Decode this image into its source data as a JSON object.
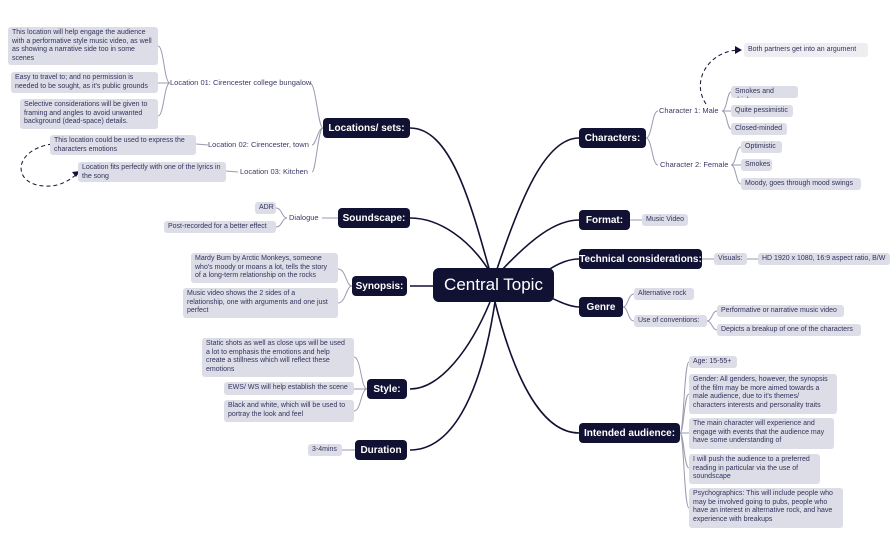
{
  "central_topic": "Central Topic",
  "left": {
    "locations": {
      "label": "Locations/ sets:",
      "loc1": {
        "label": "Location 01: Cirencester college bungalow",
        "notes": [
          "This location will help engage the audience with a performative style music video, as well as showing a narrative side too in some scenes",
          "Easy to travel to; and no permission is needed to be sought, as it's public grounds",
          "Selective considerations will be given to framing and angles to avoid unwanted background (dead-space) details."
        ]
      },
      "loc2": {
        "label": "Location 02: Cirencester, town",
        "note": "This location could be used to express the characters emotions"
      },
      "loc3": {
        "label": "Location 03: Kitchen",
        "note": "Location fits perfectly with one of the lyrics in the song"
      }
    },
    "soundscape": {
      "label": "Soundscape:",
      "dialogue": {
        "label": "Dialogue",
        "items": [
          "ADR",
          "Post-recorded for a better effect"
        ]
      }
    },
    "synopsis": {
      "label": "Synopsis:",
      "items": [
        "Mardy Bum by Arctic Monkeys, someone who's moody or moans a lot, tells the story of a long-term relationship on the rocks",
        "Music video shows the 2 sides of a relationship, one with arguments and one just perfect"
      ]
    },
    "style": {
      "label": "Style:",
      "items": [
        "Static shots as well as close ups will be used a lot to emphasis the emotions and help create a stillness which will reflect these emotions",
        "EWS/ WS will help establish the scene",
        "Black and white, which will be used to portray the look and feel"
      ]
    },
    "duration": {
      "label": "Duration",
      "value": "3-4mins"
    }
  },
  "right": {
    "characters": {
      "label": "Characters:",
      "char1": {
        "label": "Character 1: Male",
        "traits": [
          "Smokes and drinks",
          "Quite pessimistic",
          "Closed-minded"
        ],
        "callout": "Both partners get into an argument"
      },
      "char2": {
        "label": "Character 2: Female",
        "traits": [
          "Optimistic",
          "Smokes",
          "Moody, goes through mood swings"
        ]
      }
    },
    "format": {
      "label": "Format:",
      "value": "Music Video"
    },
    "technical": {
      "label": "Technical considerations:",
      "visuals": {
        "label": "Visuals:",
        "value": "HD 1920 x 1080, 16:9 aspect ratio, B/W"
      }
    },
    "genre": {
      "label": "Genre",
      "value": "Alternative rock",
      "conventions": {
        "label": "Use of conventions:",
        "items": [
          "Performative or narrative music video",
          "Depicts a breakup of one of the characters"
        ]
      }
    },
    "audience": {
      "label": "Intended audience:",
      "items": [
        "Age: 15-55+",
        "Gender: All genders, however, the synopsis of the film may be more aimed towards a male audience, due to it's themes/ characters interests and personality traits",
        "The main character will experience and engage with events that the audience may have some understanding of",
        "I will push the audience to a preferred reading in particular via the use of soundscape",
        "Psychographics: This will include people who may be involved going to pubs, people who have an interest in alternative rock, and have experience with breakups"
      ]
    }
  },
  "colors": {
    "node_dark": "#111133",
    "leaf_bg": "#dcdde6",
    "line": "#111133",
    "sub_line": "#9a9ab0"
  }
}
